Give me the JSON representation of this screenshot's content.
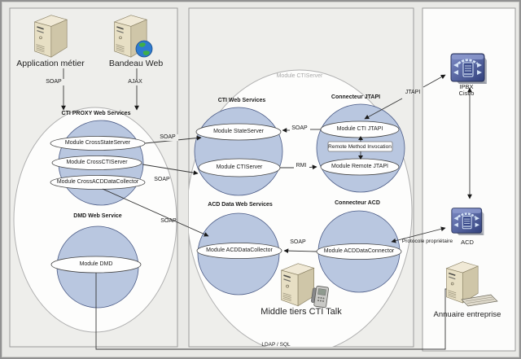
{
  "colors": {
    "page_bg": "#e9e9e6",
    "box_bg": "#eeeeeb",
    "right_panel_bg": "#fcfcfb",
    "circle_fill": "#b9c7e0",
    "circle_stroke": "#4a5a85",
    "device_blue": "#44549a",
    "server_beige": "#e7dfc4"
  },
  "left_panel": {
    "app_server": "Application métier",
    "web_server": "Bandeau Web",
    "soap_down": "SOAP",
    "ajax_down": "AJAX",
    "proxy_title": "CTI PROXY Web Services",
    "proxy_modules": [
      "Module CrossStateServer",
      "Module CrossCTIServer",
      "Module CrossACDDataCollector"
    ],
    "dmd_title": "DMD Web Service",
    "dmd_module": "Module DMD"
  },
  "middle_panel": {
    "ellipse_watermark": "Module CTIServer",
    "cti_ws_title": "CTI Web Services",
    "cti_ws_modules": [
      "Module StateServer",
      "Module CTIServer"
    ],
    "jtapi_title": "Connecteur JTAPI",
    "jtapi_modules": [
      "Module CTI JTAPI",
      "Module Remote JTAPI"
    ],
    "rmi_box": "Remote Method Invocation",
    "acd_ws_title": "ACD Data Web Services",
    "acd_ws_module": "Module ACDDataCollector",
    "conn_acd_title": "Connecteur ACD",
    "conn_acd_module": "Module ACDDataConnector",
    "caption": "Middle tiers CTI Talk"
  },
  "right_panel": {
    "ipbx_line1": "IPBX",
    "ipbx_line2": "Cisco",
    "acd": "ACD",
    "annuaire": "Annuaire entreprise"
  },
  "links": {
    "soap_state": "SOAP",
    "soap_cti": "SOAP",
    "soap_acddata": "SOAP",
    "soap_jtapi": "SOAP",
    "rmi": "RMI",
    "soap_acdconn": "SOAP",
    "jtapi": "JTAPI",
    "protocole": "Protocole propriétaire",
    "ldap": "LDAP / SQL"
  },
  "icons": {
    "app_server": "server-tower-icon",
    "web_server": "server-tower-globe-icon",
    "middle_server": "server-tower-phone-icon",
    "annuaire_server": "server-tower-keyboard-icon",
    "ipbx": "pbx-device-icon",
    "acd": "pbx-device-icon"
  }
}
